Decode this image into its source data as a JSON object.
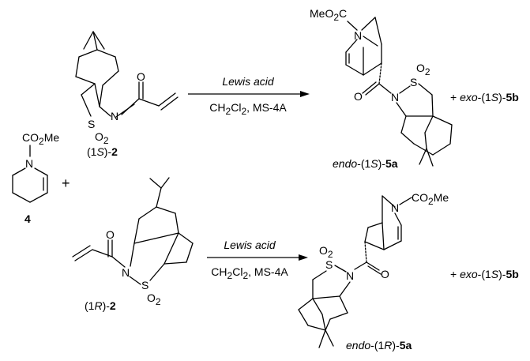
{
  "reaction_top": {
    "condition_above": "Lewis acid",
    "condition_below": {
      "p1": "CH",
      "s1": "2",
      "p2": "Cl",
      "s2": "2",
      "p3": ", MS-4A"
    },
    "reactant_label": {
      "open": "(1",
      "stereo": "S",
      "close": ")-",
      "num": "2"
    },
    "product_label": {
      "pre": "endo",
      "mid": "-(1",
      "stereo": "S",
      "close": ")-",
      "num": "5a"
    },
    "byproduct": {
      "plus": "+ ",
      "pre": "exo",
      "mid": "-(1",
      "stereo": "S",
      "close": ")-",
      "num": "5b"
    },
    "atoms": {
      "ester": "MeO",
      "ester_sub": "2",
      "ester_c": "C",
      "n_bicyclic": "N",
      "s": "S",
      "o2": "O",
      "o2_sub": "2",
      "o": "O",
      "n_amide": "N",
      "s_reactant": "S",
      "s_reactant_o": "O",
      "s_reactant_sub": "2",
      "n_reactant": "N",
      "o_reactant": "O"
    }
  },
  "reaction_bottom": {
    "condition_above": "Lewis acid",
    "condition_below": {
      "p1": "CH",
      "s1": "2",
      "p2": "Cl",
      "s2": "2",
      "p3": ", MS-4A"
    },
    "reactant_label": {
      "open": "(1",
      "stereo": "R",
      "close": ")-",
      "num": "2"
    },
    "product_label": {
      "pre": "endo",
      "mid": "-(1",
      "stereo": "R",
      "close": ")-",
      "num": "5a"
    },
    "byproduct": {
      "plus": "+ ",
      "pre": "exo",
      "mid": "-(1",
      "stereo": "S",
      "close": ")-",
      "num": "5b"
    },
    "atoms": {
      "ester": "CO",
      "ester_sub": "2",
      "ester_me": "Me",
      "n_bicyclic": "N",
      "s": "S",
      "o2": "O",
      "o2_sub": "2",
      "o": "O",
      "n_amide": "N",
      "s_reactant": "S",
      "s_reactant_o": "O",
      "s_reactant_sub": "2",
      "n_reactant": "N",
      "o_reactant": "O"
    }
  },
  "dihydropyridine": {
    "label": "4",
    "plus": "+",
    "atoms": {
      "co": "CO",
      "sub": "2",
      "me": "Me",
      "n": "N"
    }
  }
}
